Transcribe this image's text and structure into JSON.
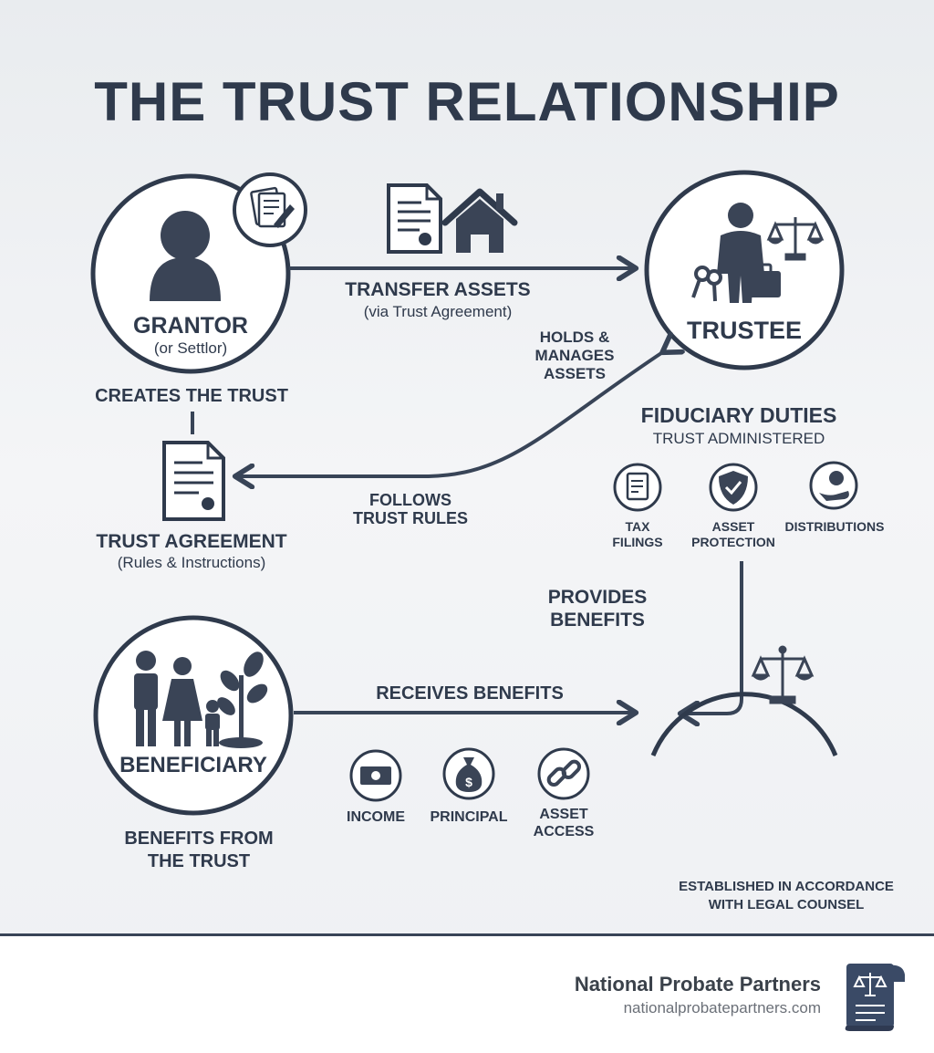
{
  "title": "THE TRUST RELATIONSHIP",
  "grantor": {
    "label": "GRANTOR",
    "sublabel": "(or Settlor)",
    "caption": "CREATES THE TRUST"
  },
  "transfer": {
    "label": "TRANSFER ASSETS",
    "sublabel": "(via Trust Agreement)"
  },
  "trustee": {
    "label": "TRUSTEE"
  },
  "holds": {
    "line1": "HOLDS &",
    "line2": "MANAGES",
    "line3": "ASSETS"
  },
  "fiduciary": {
    "label": "FIDUCIARY DUTIES",
    "sublabel": "TRUST ADMINISTERED",
    "duties": [
      {
        "line1": "TAX",
        "line2": "FILINGS",
        "icon": "tax-document-icon"
      },
      {
        "line1": "ASSET",
        "line2": "PROTECTION",
        "icon": "shield-check-icon"
      },
      {
        "line1": "DISTRIBUTIONS",
        "line2": "",
        "icon": "hand-coin-icon"
      }
    ]
  },
  "follows": {
    "line1": "FOLLOWS",
    "line2": "TRUST RULES"
  },
  "agreement": {
    "label": "TRUST AGREEMENT",
    "sublabel": "(Rules & Instructions)"
  },
  "provides": {
    "line1": "PROVIDES",
    "line2": "BENEFITS"
  },
  "beneficiary": {
    "label": "BENEFICIARY",
    "caption_line1": "BENEFITS FROM",
    "caption_line2": "THE TRUST"
  },
  "receives": {
    "label": "RECEIVES BENEFITS",
    "benefits": [
      {
        "line1": "INCOME",
        "line2": "",
        "icon": "money-icon"
      },
      {
        "line1": "PRINCIPAL",
        "line2": "",
        "icon": "money-bag-icon"
      },
      {
        "line1": "ASSET",
        "line2": "ACCESS",
        "icon": "link-icon"
      }
    ]
  },
  "legal": {
    "line1": "ESTABLISHED IN ACCORDANCE",
    "line2": "WITH LEGAL COUNSEL"
  },
  "footer": {
    "name": "National Probate Partners",
    "url": "nationalprobatepartners.com"
  },
  "colors": {
    "navy": "#2f3a4c",
    "accent": "#384457",
    "background": "#f1f3f5",
    "footer_bg": "#ffffff"
  }
}
